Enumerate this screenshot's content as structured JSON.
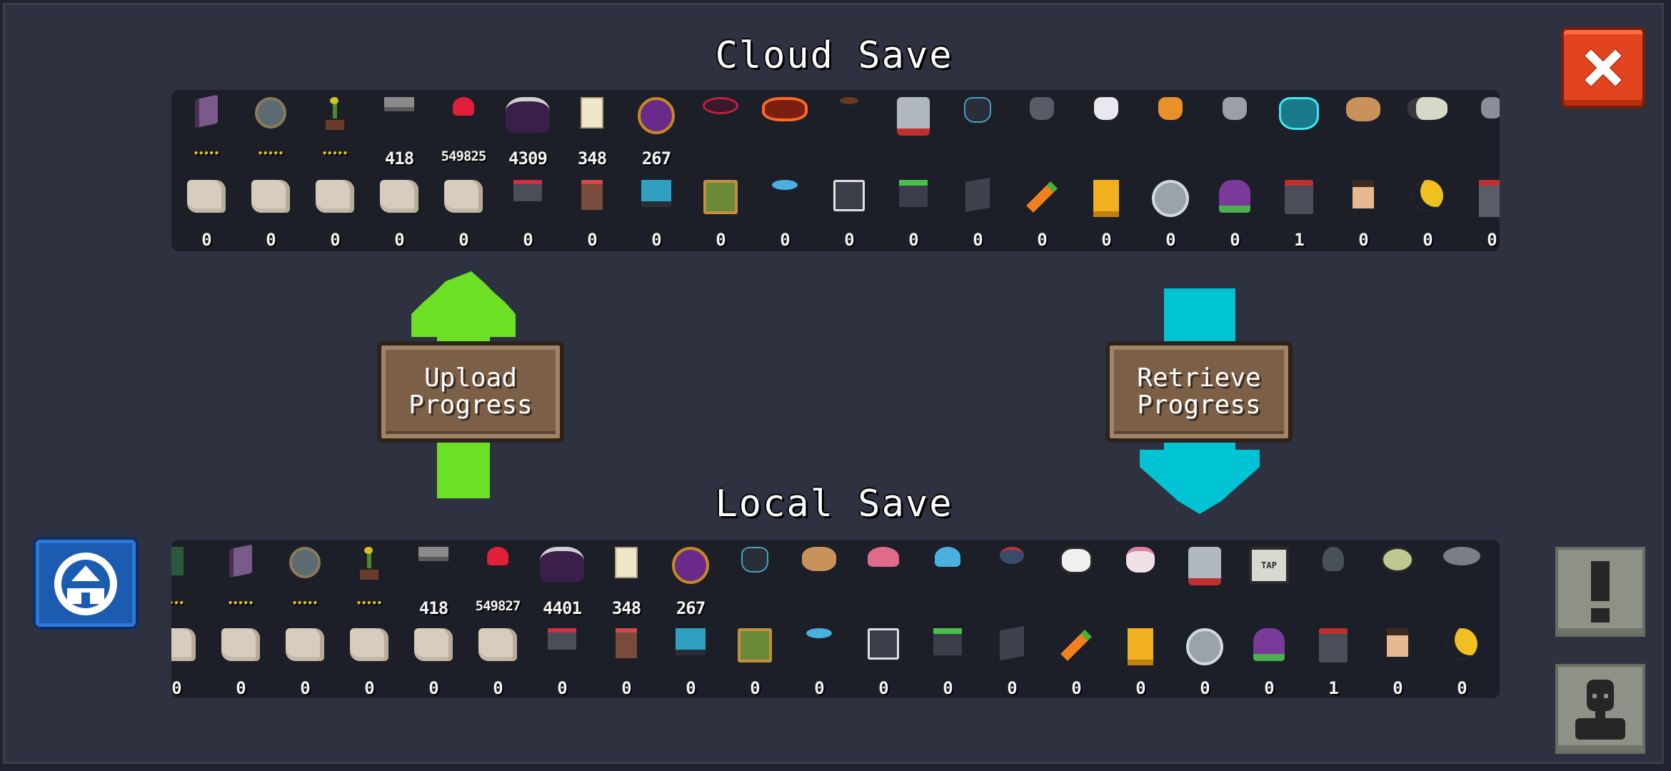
{
  "cloud": {
    "title": "Cloud Save",
    "row1": [
      {
        "icon": "book-icon",
        "label": "•••••",
        "kind": "stars"
      },
      {
        "icon": "orb-icon",
        "label": "•••••",
        "kind": "stars"
      },
      {
        "icon": "potted-plant-icon",
        "label": "•••••",
        "kind": "stars"
      },
      {
        "icon": "gun-icon",
        "label": "418"
      },
      {
        "icon": "red-slime-icon",
        "label": "549825",
        "kind": "small"
      },
      {
        "icon": "demon-icon",
        "label": "4309"
      },
      {
        "icon": "card-icon",
        "label": "348"
      },
      {
        "icon": "purple-mask-icon",
        "label": "267"
      },
      {
        "icon": "bat-icon",
        "label": ""
      },
      {
        "icon": "fire-demon-icon",
        "label": ""
      },
      {
        "icon": "rat-icon",
        "label": ""
      },
      {
        "icon": "robot-icon",
        "label": ""
      },
      {
        "icon": "black-cat-icon",
        "label": ""
      },
      {
        "icon": "gray-cat-icon",
        "label": ""
      },
      {
        "icon": "white-cat-icon",
        "label": ""
      },
      {
        "icon": "orange-cat-icon",
        "label": ""
      },
      {
        "icon": "silver-cat-icon",
        "label": ""
      },
      {
        "icon": "ghost-cat-icon",
        "label": ""
      },
      {
        "icon": "tan-cat-icon",
        "label": ""
      },
      {
        "icon": "calico-cat-icon",
        "label": ""
      },
      {
        "icon": "cat-icon",
        "label": ""
      }
    ],
    "row2": [
      {
        "icon": "scroll-icon",
        "label": "0"
      },
      {
        "icon": "scroll-icon",
        "label": "0"
      },
      {
        "icon": "scroll-icon",
        "label": "0"
      },
      {
        "icon": "scroll-icon",
        "label": "0"
      },
      {
        "icon": "scroll-icon",
        "label": "0"
      },
      {
        "icon": "red-device-icon",
        "label": "0"
      },
      {
        "icon": "cake-icon",
        "label": "0"
      },
      {
        "icon": "blue-machine-icon",
        "label": "0"
      },
      {
        "icon": "painting-icon",
        "label": "0"
      },
      {
        "icon": "fish-icon",
        "label": "0"
      },
      {
        "icon": "panel-icon",
        "label": "0"
      },
      {
        "icon": "green-gadget-icon",
        "label": "0"
      },
      {
        "icon": "slate-icon",
        "label": "0"
      },
      {
        "icon": "carrot-icon",
        "label": "0"
      },
      {
        "icon": "trophy-icon",
        "label": "0"
      },
      {
        "icon": "crest-icon",
        "label": "0"
      },
      {
        "icon": "plant-icon",
        "label": "0"
      },
      {
        "icon": "dark-box-icon",
        "label": "1"
      },
      {
        "icon": "face-icon",
        "label": "0"
      },
      {
        "icon": "moon-icon",
        "label": "0"
      },
      {
        "icon": "machine-icon",
        "label": "0"
      }
    ]
  },
  "local": {
    "title": "Local Save",
    "row1": [
      {
        "icon": "green-block-icon",
        "label": "•••",
        "kind": "stars"
      },
      {
        "icon": "book-icon",
        "label": "•••••",
        "kind": "stars"
      },
      {
        "icon": "orb-icon",
        "label": "•••••",
        "kind": "stars"
      },
      {
        "icon": "potted-plant-icon",
        "label": "•••••",
        "kind": "stars"
      },
      {
        "icon": "gun-icon",
        "label": "418"
      },
      {
        "icon": "red-slime-icon",
        "label": "549827",
        "kind": "small"
      },
      {
        "icon": "demon-icon",
        "label": "4401"
      },
      {
        "icon": "card-icon",
        "label": "348"
      },
      {
        "icon": "purple-mask-icon",
        "label": "267"
      },
      {
        "icon": "black-cat-icon",
        "label": ""
      },
      {
        "icon": "tan-cat-icon",
        "label": ""
      },
      {
        "icon": "pink-pig-icon",
        "label": ""
      },
      {
        "icon": "blue-slime-icon",
        "label": ""
      },
      {
        "icon": "spider-icon",
        "label": ""
      },
      {
        "icon": "panda-icon",
        "label": ""
      },
      {
        "icon": "bunny-icon",
        "label": ""
      },
      {
        "icon": "robot-icon",
        "label": ""
      },
      {
        "icon": "tap-sign-icon",
        "label": "",
        "text": "TAP"
      },
      {
        "icon": "pigeon-icon",
        "label": ""
      },
      {
        "icon": "owl-icon",
        "label": ""
      },
      {
        "icon": "seal-icon",
        "label": ""
      }
    ],
    "row2": [
      {
        "icon": "scroll-icon",
        "label": "0"
      },
      {
        "icon": "scroll-icon",
        "label": "0"
      },
      {
        "icon": "scroll-icon",
        "label": "0"
      },
      {
        "icon": "scroll-icon",
        "label": "0"
      },
      {
        "icon": "scroll-icon",
        "label": "0"
      },
      {
        "icon": "scroll-icon",
        "label": "0"
      },
      {
        "icon": "red-device-icon",
        "label": "0"
      },
      {
        "icon": "cake-icon",
        "label": "0"
      },
      {
        "icon": "blue-machine-icon",
        "label": "0"
      },
      {
        "icon": "painting-icon",
        "label": "0"
      },
      {
        "icon": "fish-icon",
        "label": "0"
      },
      {
        "icon": "panel-icon",
        "label": "0"
      },
      {
        "icon": "green-gadget-icon",
        "label": "0"
      },
      {
        "icon": "slate-icon",
        "label": "0"
      },
      {
        "icon": "carrot-icon",
        "label": "0"
      },
      {
        "icon": "trophy-icon",
        "label": "0"
      },
      {
        "icon": "crest-icon",
        "label": "0"
      },
      {
        "icon": "plant-icon",
        "label": "0"
      },
      {
        "icon": "dark-box-icon",
        "label": "1"
      },
      {
        "icon": "face-icon",
        "label": "0"
      },
      {
        "icon": "moon-icon",
        "label": "0"
      }
    ]
  },
  "buttons": {
    "upload_line1": "Upload",
    "upload_line2": "Progress",
    "retrieve_line1": "Retrieve",
    "retrieve_line2": "Progress"
  },
  "colors": {
    "upload_arrow": "#6be024",
    "retrieve_arrow": "#00c3d4",
    "close": "#e34420",
    "blue_button": "#1b5bb0"
  }
}
